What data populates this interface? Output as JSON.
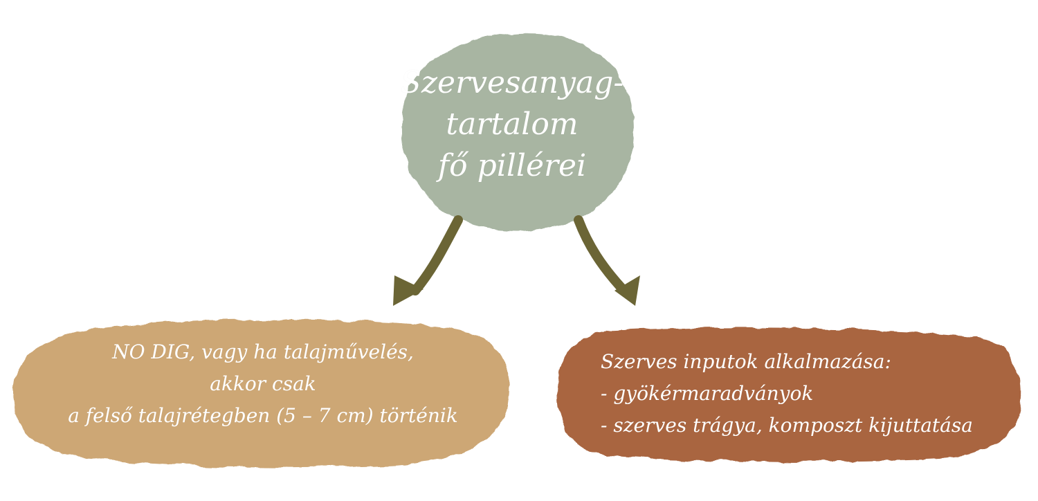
{
  "colors": {
    "center_node": "#a8b5a2",
    "left_node": "#cda775",
    "right_node": "#a96541",
    "arrows": "#6b6535",
    "text": "#ffffff",
    "background": "#ffffff"
  },
  "center_node": {
    "lines": [
      "Szervesanyag-",
      "tartalom",
      "fő pillérei"
    ]
  },
  "left_node": {
    "lines": [
      "NO DIG, vagy ha talajművelés,",
      "akkor csak",
      "a felső talajrétegben (5 – 7 cm) történik"
    ]
  },
  "right_node": {
    "lines": [
      "Szerves inputok alkalmazása:",
      "- gyökérmaradványok",
      "- szerves trágya, komposzt kijuttatása"
    ]
  }
}
